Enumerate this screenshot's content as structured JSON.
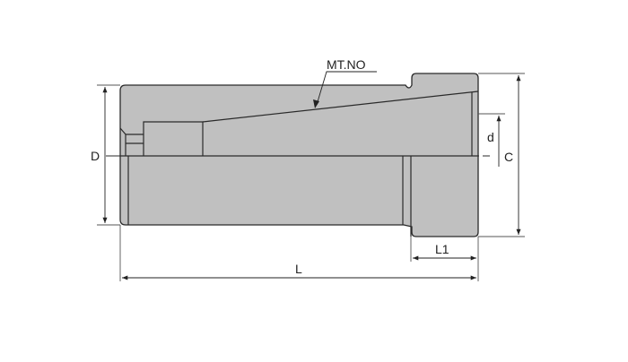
{
  "labels": {
    "mt_no": "MT.NO",
    "D": "D",
    "C": "C",
    "d": "d",
    "L1": "L1",
    "L": "L"
  },
  "colors": {
    "body_fill": "#c0c0c0",
    "outline": "#2a2a2a",
    "dimension": "#555555"
  }
}
